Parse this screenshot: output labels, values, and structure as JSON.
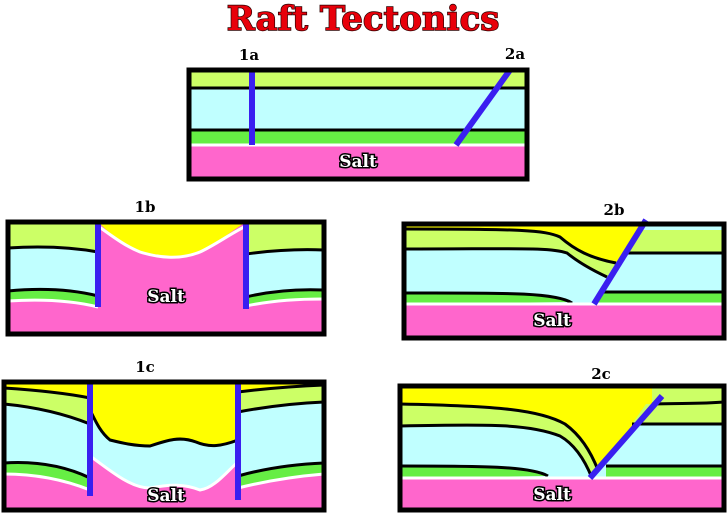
{
  "title": "Raft Tectonics",
  "panels": {
    "p1a": {
      "label": "1a"
    },
    "p2a": {
      "label": "2a"
    },
    "p1b": {
      "label": "1b",
      "salt": "Salt"
    },
    "p2b": {
      "label": "2b",
      "salt": "Salt"
    },
    "p1c": {
      "label": "1c",
      "salt": "Salt"
    },
    "p2c": {
      "label": "2c",
      "salt": "Salt"
    },
    "salt_top": "Salt"
  },
  "colors": {
    "title": "#e8000a",
    "upper_layer": "#ccff66",
    "middle_layer": "#c0ffff",
    "thin_layer": "#66ee44",
    "salt": "#ff66cc",
    "growth_fill": "#ffff00",
    "fault": "#3a1ff0",
    "frame": "#000000"
  }
}
